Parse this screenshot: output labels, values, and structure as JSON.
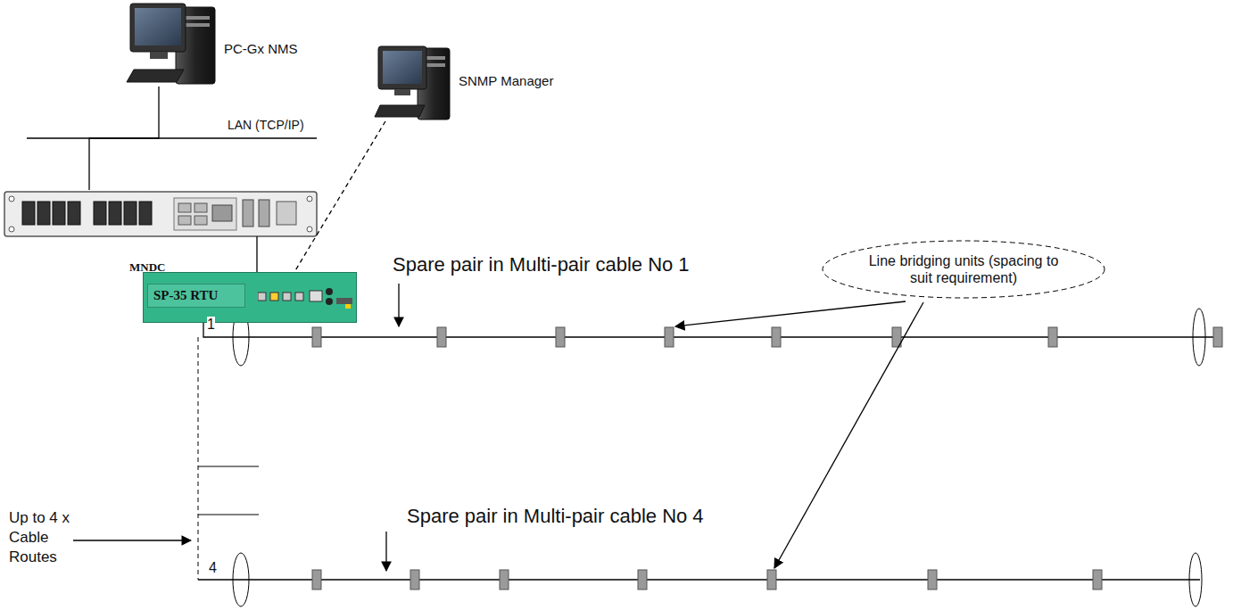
{
  "diagram": {
    "nodes": [
      {
        "text": [
          "PC-Gx NMS"
        ]
      },
      {
        "text": [
          "SNMP Manager"
        ]
      },
      {
        "text": [
          "MNDC"
        ]
      },
      {
        "text": [
          "SP-35 RTU"
        ]
      },
      {
        "text": [
          "Line bridging units (spacing to suit requirement)"
        ]
      }
    ],
    "edges": [
      {
        "from": 0,
        "to": 2,
        "arrow": "none",
        "label": "LAN (TCP/IP)"
      },
      {
        "from": 2,
        "to": 3,
        "arrow": "none"
      },
      {
        "from": 1,
        "to": 3,
        "arrow": "none"
      }
    ],
    "labels": [
      "1",
      "4",
      "Spare pair in Multi-pair cable No 1",
      "Spare pair in Multi-pair cable No 4",
      "Up to 4 x Cable Routes"
    ]
  }
}
